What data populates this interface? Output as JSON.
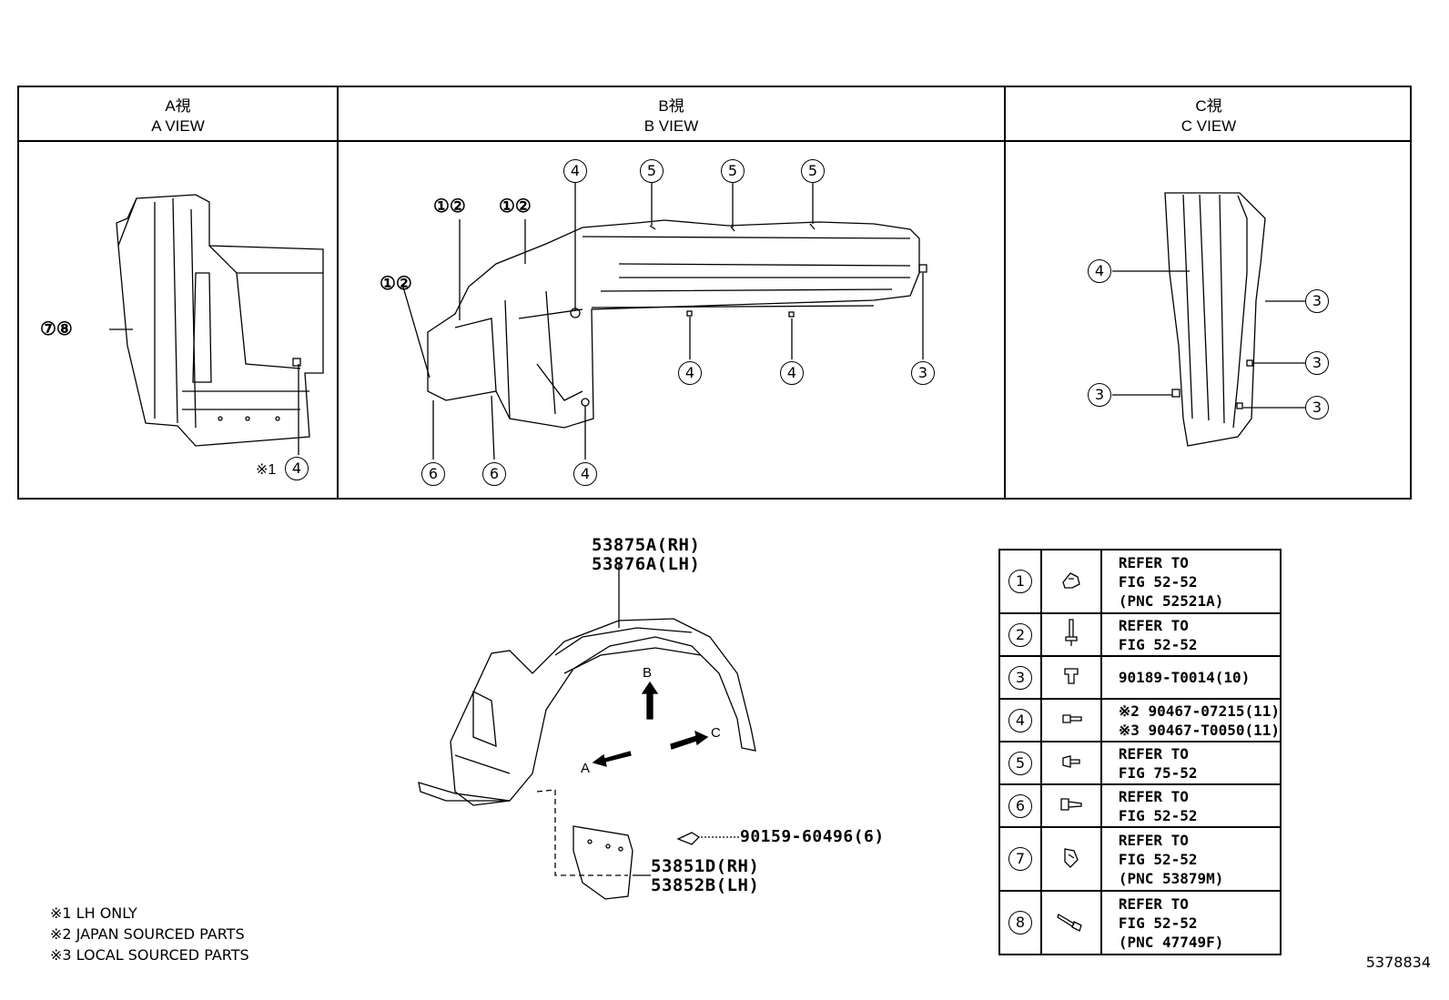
{
  "views": [
    {
      "jp": "A視",
      "en": "A VIEW"
    },
    {
      "jp": "B視",
      "en": "B VIEW"
    },
    {
      "jp": "C視",
      "en": "C VIEW"
    }
  ],
  "callouts": {
    "view_a": [
      "⑦⑧",
      "4"
    ],
    "view_a_note": "※1",
    "view_b": [
      "①②",
      "①②",
      "①②",
      "4",
      "5",
      "5",
      "5",
      "4",
      "4",
      "3",
      "6",
      "6",
      "4"
    ],
    "view_c": [
      "4",
      "3",
      "3",
      "3",
      "3"
    ]
  },
  "main": {
    "liner_part_rh": "53875A(RH)",
    "liner_part_lh": "53876A(LH)",
    "mudguard_part_rh": "53851D(RH)",
    "mudguard_part_lh": "53852B(LH)",
    "screw_part": "90159-60496(6)",
    "arrow_a": "A",
    "arrow_b": "B",
    "arrow_c": "C"
  },
  "legend": [
    {
      "num": "1",
      "icon": "clip-icon",
      "text": "REFER TO\nFIG 52-52\n(PNC 52521A)"
    },
    {
      "num": "2",
      "icon": "screw-icon",
      "text": "REFER TO\nFIG 52-52"
    },
    {
      "num": "3",
      "icon": "clip-icon",
      "text": "90189-T0014(10)"
    },
    {
      "num": "4",
      "icon": "screw-icon",
      "text": "※2 90467-07215(11)\n※3 90467-T0050(11)"
    },
    {
      "num": "5",
      "icon": "clip-icon",
      "text": "REFER TO\nFIG 75-52"
    },
    {
      "num": "6",
      "icon": "clip-icon",
      "text": "REFER TO\nFIG 52-52"
    },
    {
      "num": "7",
      "icon": "clip-icon",
      "text": "REFER TO\nFIG 52-52\n(PNC 53879M)"
    },
    {
      "num": "8",
      "icon": "screw-icon",
      "text": "REFER TO\nFIG 52-52\n(PNC 47749F)"
    }
  ],
  "notes": [
    "※1 LH ONLY",
    "※2 JAPAN SOURCED PARTS",
    "※3 LOCAL SOURCED PARTS"
  ],
  "figure_id": "5378834"
}
